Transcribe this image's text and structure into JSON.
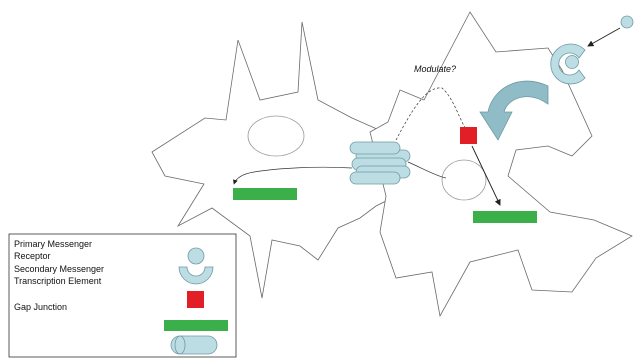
{
  "annotation": {
    "modulate": "Modulate?"
  },
  "legend": {
    "items": [
      {
        "label": "Primary Messenger",
        "icon": "primary-messenger-icon"
      },
      {
        "label": "Receptor",
        "icon": "receptor-icon"
      },
      {
        "label": "Secondary Messenger",
        "icon": "secondary-messenger-icon"
      },
      {
        "label": "Transcription Element",
        "icon": "transcription-element-icon"
      },
      {
        "label": "Gap Junction",
        "icon": "gap-junction-icon"
      }
    ]
  },
  "colors": {
    "messenger_cyan": "#bcdde3",
    "messenger_outline": "#6f9aa3",
    "secondary_red": "#e21f26",
    "transcription_green": "#3bb04a",
    "cell_outline": "#6a6a6a",
    "background": "#ffffff"
  }
}
